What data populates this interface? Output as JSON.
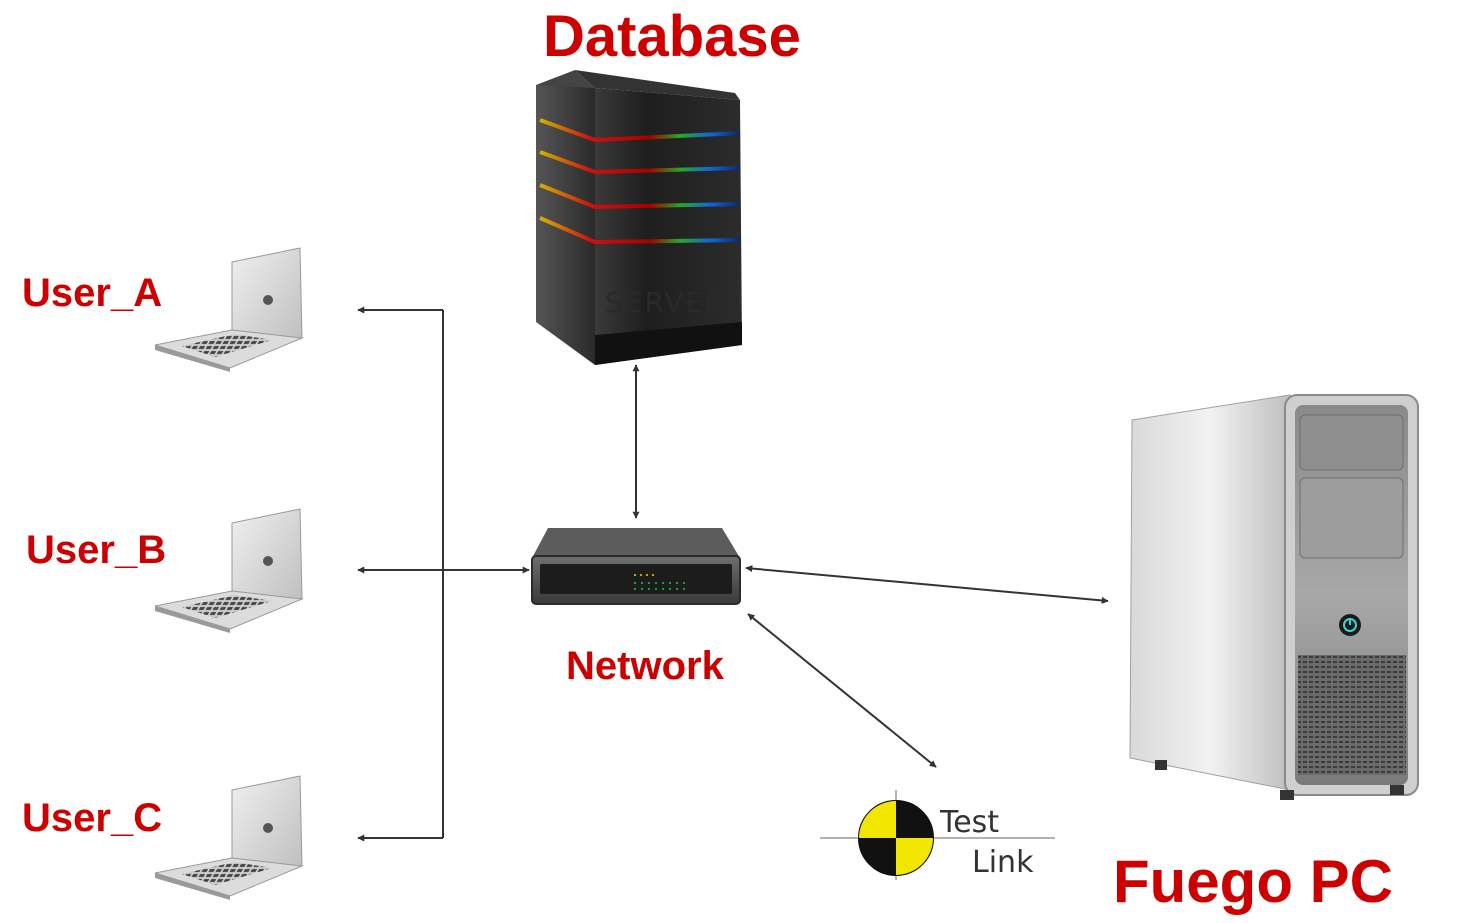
{
  "diagram": {
    "nodes": {
      "database": {
        "label": "Database",
        "icon": "server-icon"
      },
      "user_a": {
        "label": "User_A",
        "icon": "laptop-icon"
      },
      "user_b": {
        "label": "User_B",
        "icon": "laptop-icon"
      },
      "user_c": {
        "label": "User_C",
        "icon": "laptop-icon"
      },
      "network": {
        "label": "Network",
        "icon": "network-switch-icon"
      },
      "fuego_pc": {
        "label": "Fuego PC",
        "icon": "desktop-tower-icon"
      },
      "testlink": {
        "logo_line1": "Test",
        "logo_line2": "Link",
        "icon": "testlink-logo"
      }
    },
    "edges": [
      {
        "from": "network",
        "to": "database",
        "direction": "both"
      },
      {
        "from": "network",
        "to": "user_a",
        "direction": "both"
      },
      {
        "from": "network",
        "to": "user_b",
        "direction": "both"
      },
      {
        "from": "network",
        "to": "user_c",
        "direction": "both"
      },
      {
        "from": "network",
        "to": "fuego_pc",
        "direction": "both"
      },
      {
        "from": "network",
        "to": "testlink",
        "direction": "both"
      }
    ],
    "colors": {
      "label": "#cc0000",
      "connector": "#333333"
    }
  }
}
